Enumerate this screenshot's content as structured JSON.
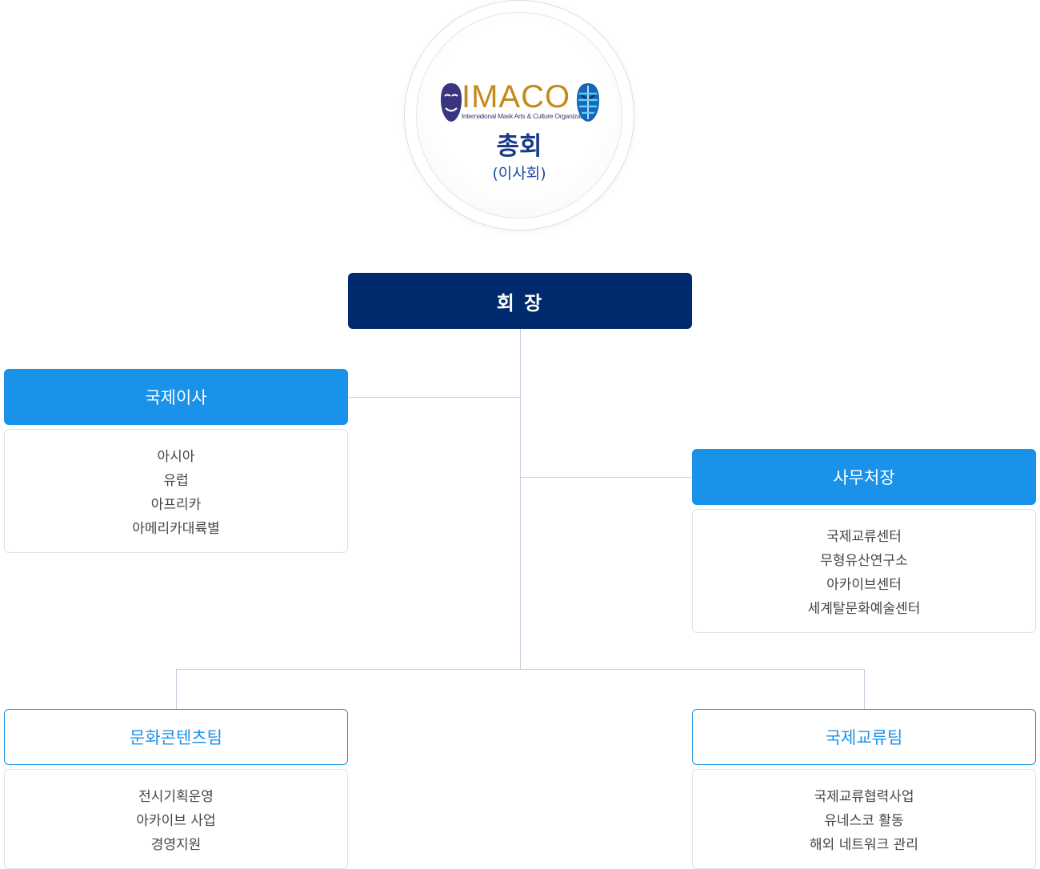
{
  "assembly": {
    "logo_text": "IMACO",
    "logo_subtitle": "International Mask Arts & Culture Organization",
    "title": "총회",
    "subtitle": "(이사회)"
  },
  "chairman": {
    "label": "회 장"
  },
  "international_director": {
    "label": "국제이사",
    "items": [
      "아시아",
      "유럽",
      "아프리카",
      "아메리카대륙별"
    ]
  },
  "secretary_general": {
    "label": "사무처장",
    "items": [
      "국제교류센터",
      "무형유산연구소",
      "아카이브센터",
      "세계탈문화예술센터"
    ]
  },
  "culture_content_team": {
    "label": "문화콘텐츠팀",
    "items": [
      "전시기획운영",
      "아카이브 사업",
      "경영지원"
    ]
  },
  "international_exchange_team": {
    "label": "국제교류팀",
    "items": [
      "국제교류협력사업",
      "유네스코 활동",
      "해외 네트워크 관리"
    ]
  },
  "colors": {
    "navy": "#002a6e",
    "blue": "#1a92ea",
    "connector": "#c9cbe0",
    "logo_gold": "#c48a1a"
  }
}
